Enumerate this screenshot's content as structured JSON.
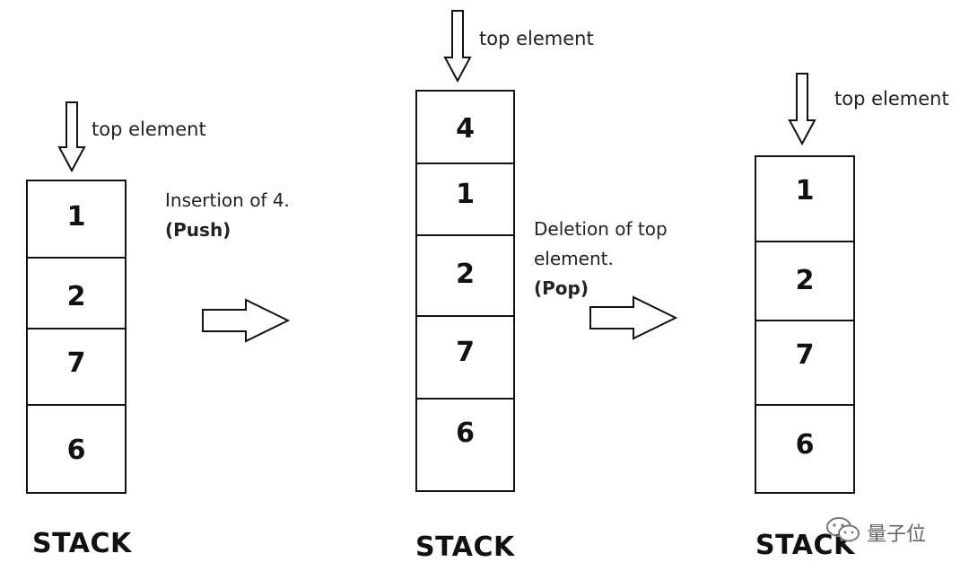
{
  "stacks": [
    {
      "name": "stack-initial",
      "label": "STACK",
      "top_label": "top element",
      "items": [
        "1",
        "2",
        "7",
        "6"
      ]
    },
    {
      "name": "stack-after-push",
      "label": "STACK",
      "top_label": "top element",
      "items": [
        "4",
        "1",
        "2",
        "7",
        "6"
      ]
    },
    {
      "name": "stack-after-pop",
      "label": "STACK",
      "top_label": "top element",
      "items": [
        "1",
        "2",
        "7",
        "6"
      ]
    }
  ],
  "operations": {
    "push": {
      "line1": "Insertion of 4.",
      "line2": "(Push)"
    },
    "pop": {
      "line1": "Deletion of top",
      "line2": "element.",
      "line3": "(Pop)"
    }
  },
  "watermark": {
    "text": "量子位",
    "icon": "wechat-icon"
  }
}
